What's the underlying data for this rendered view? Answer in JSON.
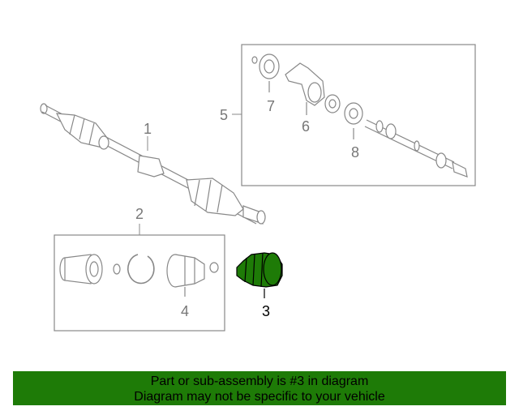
{
  "callouts": {
    "c1": "1",
    "c2": "2",
    "c3": "3",
    "c4": "4",
    "c5": "5",
    "c6": "6",
    "c7": "7",
    "c8": "8"
  },
  "highlight_part": "3",
  "banner": {
    "line1": "Part or sub-assembly is #3 in diagram",
    "line2": "Diagram may not be specific to your vehicle"
  },
  "colors": {
    "highlight": "#1e7b07",
    "lines": "#888888",
    "background": "#ffffff"
  }
}
